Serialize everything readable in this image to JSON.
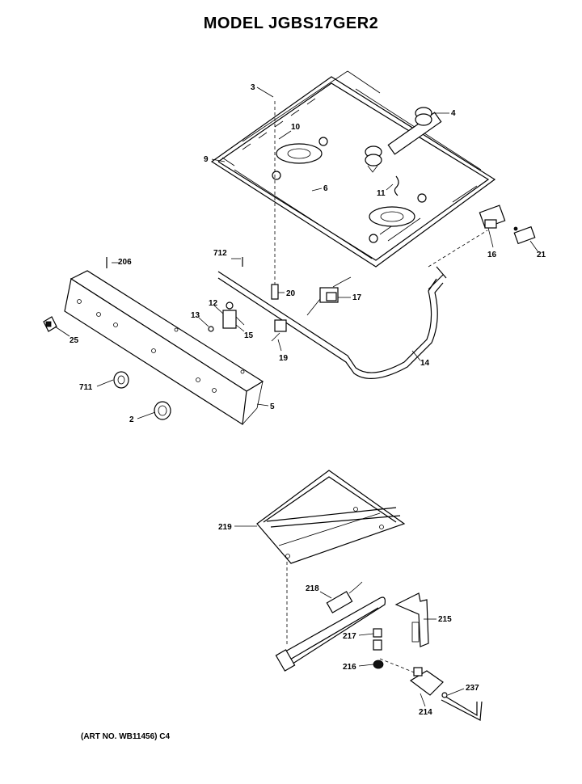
{
  "title": "MODEL JGBS17GER2",
  "art_number": "(ART NO. WB11456) C4",
  "callouts": {
    "c3": "3",
    "c4": "4",
    "c10": "10",
    "c9": "9",
    "c6": "6",
    "c11": "11",
    "c16": "16",
    "c21": "21",
    "c712": "712",
    "c206": "206",
    "c20": "20",
    "c17": "17",
    "c12": "12",
    "c13": "13",
    "c15": "15",
    "c19": "19",
    "c25": "25",
    "c14": "14",
    "c711": "711",
    "c5": "5",
    "c2": "2",
    "c219": "219",
    "c218": "218",
    "c215": "215",
    "c217": "217",
    "c216": "216",
    "c237": "237",
    "c214": "214"
  }
}
